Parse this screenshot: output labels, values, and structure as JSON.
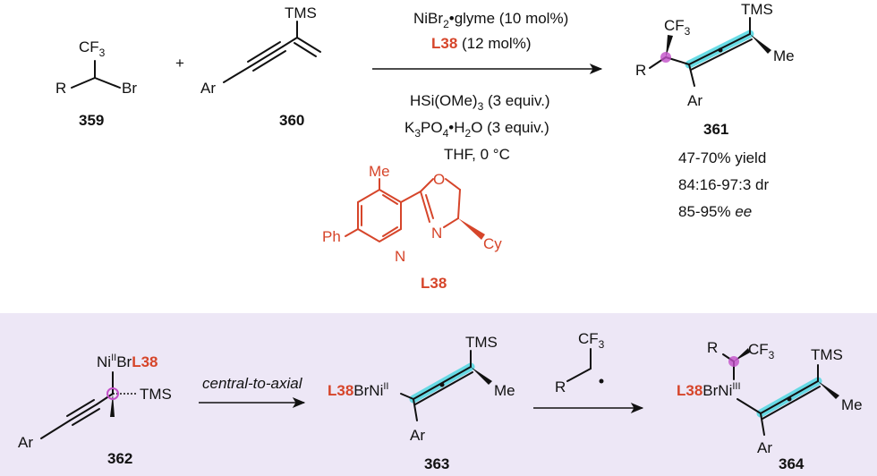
{
  "colors": {
    "ligand": "#d6452a",
    "panel": "#ede7f6",
    "allene_highlight": "#4fd6e0",
    "stereocenter": "#c24fc8"
  },
  "top_scheme": {
    "reactant_a": {
      "cf3": "CF",
      "cf3_sub": "3",
      "r": "R",
      "br": "Br",
      "label": "359"
    },
    "plus": "+",
    "reactant_b": {
      "tms": "TMS",
      "ar": "Ar",
      "label": "360"
    },
    "above_arrow": {
      "catalyst_pre": "NiBr",
      "catalyst_sub": "2",
      "catalyst_post": "•glyme (10 mol%)",
      "ligand_label": "L38",
      "ligand_loading": " (12 mol%)"
    },
    "below_arrow": {
      "silane_pre": "HSi(OMe)",
      "silane_sub": "3",
      "silane_post": " (3 equiv.)",
      "base_a": "K",
      "base_sub1": "3",
      "base_b": "PO",
      "base_sub2": "4",
      "base_c": "•H",
      "base_sub3": "2",
      "base_d": "O (3 equiv.)",
      "conditions": "THF, 0 °C"
    },
    "product": {
      "cf3": "CF",
      "cf3_sub": "3",
      "tms": "TMS",
      "r": "R",
      "me": "Me",
      "ar": "Ar",
      "label": "361",
      "yield": "47-70% yield",
      "dr": "84:16-97:3 dr",
      "ee_value": "85-95% ",
      "ee_unit": "ee"
    },
    "ligand": {
      "me": "Me",
      "ph": "Ph",
      "n_pyridine": "N",
      "o": "O",
      "n_oxazoline": "N",
      "cy": "Cy",
      "label": "L38"
    }
  },
  "mechanism": {
    "int_362": {
      "ni": "Ni",
      "ni_ox": "II",
      "br": "Br",
      "ligand": "L38",
      "tms": "TMS",
      "ar": "Ar",
      "label": "362"
    },
    "step_label": "central-to-axial",
    "int_363": {
      "ligand": "L38",
      "brni": "BrNi",
      "ni_ox": "II",
      "tms": "TMS",
      "me": "Me",
      "ar": "Ar",
      "label": "363"
    },
    "radical": {
      "cf3": "CF",
      "cf3_sub": "3",
      "r": "R"
    },
    "int_364": {
      "r": "R",
      "cf3": "CF",
      "cf3_sub": "3",
      "ligand": "L38",
      "brni": "BrNi",
      "ni_ox": "III",
      "tms": "TMS",
      "me": "Me",
      "ar": "Ar",
      "label": "364"
    }
  }
}
